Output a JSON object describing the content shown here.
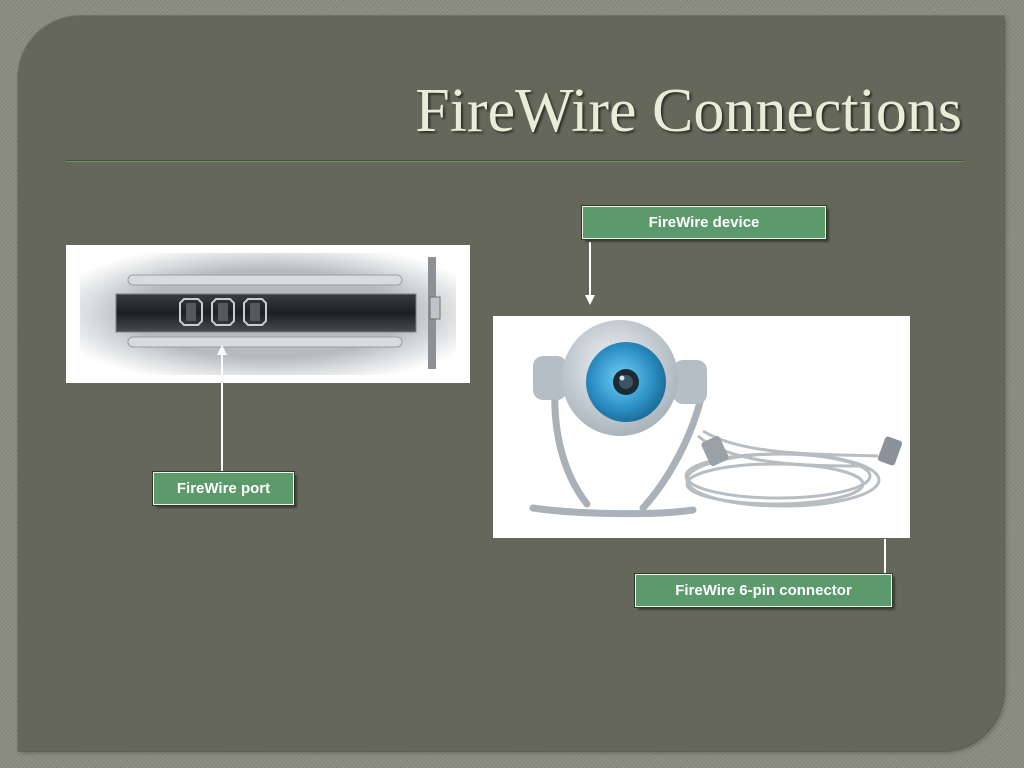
{
  "slide": {
    "title": "FireWire Connections"
  },
  "callouts": {
    "device": "FireWire device",
    "port": "FireWire port",
    "connector": "FireWire 6-pin connector"
  },
  "colors": {
    "background": "#8a8c7f",
    "panel": "#66675b",
    "title": "#e9edd8",
    "callout_fill": "#5c9a6c",
    "callout_text": "#ffffff",
    "camera_eye": "#3aa0d0"
  },
  "images": {
    "port_photo": "firewire-port-bracket",
    "camera_photo": "webcam-with-firewire-cable"
  }
}
